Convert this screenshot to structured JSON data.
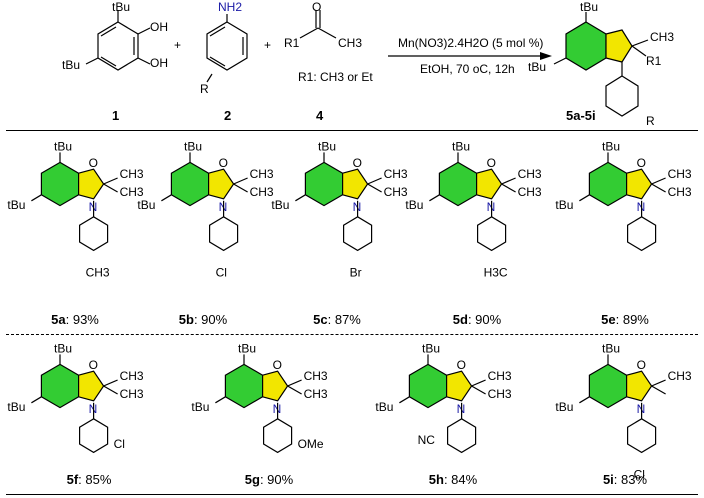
{
  "reaction": {
    "reagent_1": {
      "id": "1",
      "tbu": "tBu",
      "oh": "OH"
    },
    "reagent_2": {
      "id": "2",
      "nh2": "NH2",
      "r": "R"
    },
    "reagent_4": {
      "id": "4",
      "o": "O",
      "r1": "R1",
      "ch3": "CH3",
      "r1_def": "R1: CH3 or Et"
    },
    "plus": "+",
    "conditions_top": "Mn(NO3)2.4H2O (5 mol %)",
    "conditions_bottom": "EtOH, 70 oC, 12h",
    "product": {
      "id": "5a-5i",
      "tbu": "tBu",
      "ch3": "CH3",
      "r1": "R1",
      "r": "R"
    }
  },
  "products": [
    {
      "id": "5a",
      "yield": ": 93%",
      "sub": "CH3"
    },
    {
      "id": "5b",
      "yield": ": 90%",
      "sub": "Cl"
    },
    {
      "id": "5c",
      "yield": ": 87%",
      "sub": "Br"
    },
    {
      "id": "5d",
      "yield": ": 90%",
      "sub": "H3C"
    },
    {
      "id": "5e",
      "yield": ": 89%",
      "sub": ""
    },
    {
      "id": "5f",
      "yield": ": 85%",
      "sub": "Cl"
    },
    {
      "id": "5g",
      "yield": ": 90%",
      "sub": "OMe"
    },
    {
      "id": "5h",
      "yield": ": 84%",
      "sub": "NC"
    },
    {
      "id": "5i",
      "yield": ": 83%",
      "sub": "Cl"
    }
  ],
  "colors": {
    "benzo_ring": "#33cc33",
    "oxazole_ring": "#f2e600",
    "nitrogen": "#1a1aa6",
    "bond": "#000000"
  }
}
